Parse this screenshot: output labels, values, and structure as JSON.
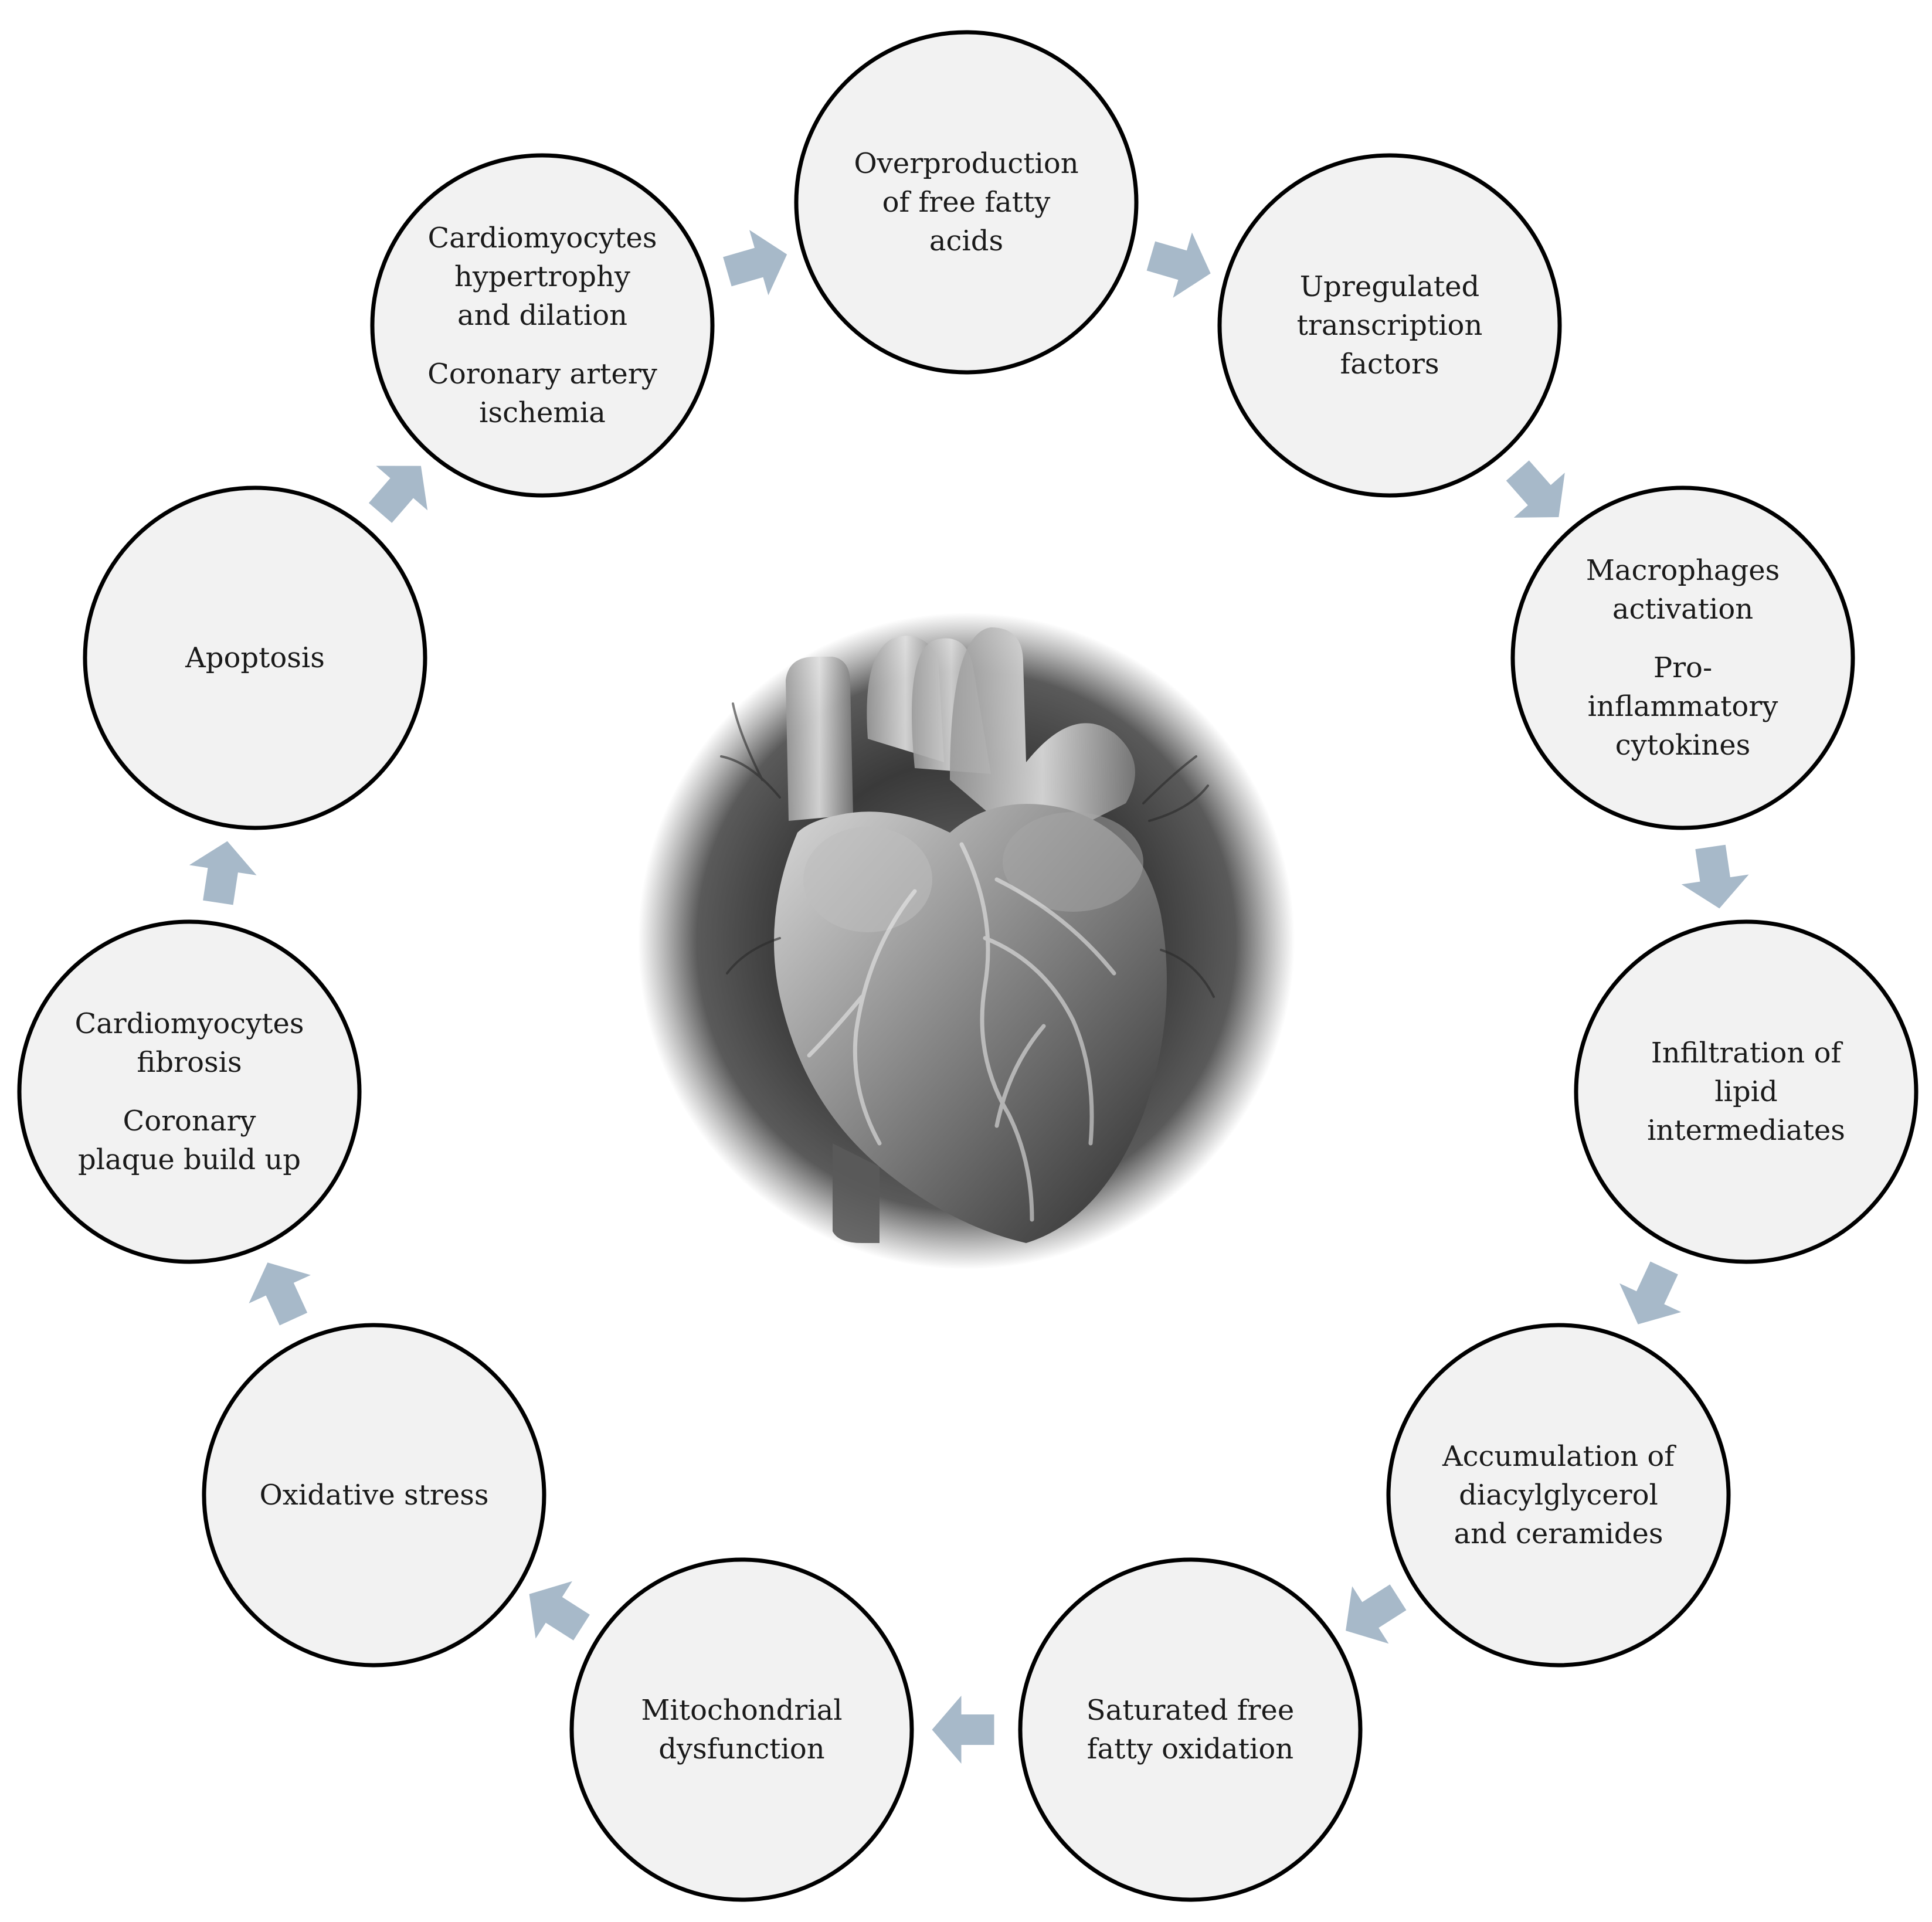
{
  "diagram": {
    "center_image": "heart-illustration",
    "colors": {
      "node_fill": "#f2f2f2",
      "node_stroke": "#000000",
      "arrow_fill": "#a7b9c9",
      "background": "#ffffff"
    },
    "nodes": [
      {
        "id": "overproduction",
        "lines": [
          "Overproduction",
          "of free fatty",
          "acids"
        ]
      },
      {
        "id": "transcription",
        "lines": [
          "Upregulated",
          "transcription",
          "factors"
        ]
      },
      {
        "id": "macrophages",
        "lines": [
          "Macrophages",
          "activation",
          "",
          "Pro-",
          "inflammatory",
          "cytokines"
        ]
      },
      {
        "id": "infiltration",
        "lines": [
          "Infiltration of",
          "lipid",
          "intermediates"
        ]
      },
      {
        "id": "accumulation",
        "lines": [
          "Accumulation of",
          "diacylglycerol",
          "and ceramides"
        ]
      },
      {
        "id": "saturated",
        "lines": [
          "Saturated free",
          "fatty  oxidation"
        ]
      },
      {
        "id": "mitochondrial",
        "lines": [
          "Mitochondrial",
          "dysfunction"
        ]
      },
      {
        "id": "oxidative",
        "lines": [
          "Oxidative stress"
        ]
      },
      {
        "id": "fibrosis",
        "lines": [
          "Cardiomyocytes",
          "fibrosis",
          "",
          "Coronary",
          "plaque build up"
        ]
      },
      {
        "id": "apoptosis",
        "lines": [
          "Apoptosis"
        ]
      },
      {
        "id": "hypertrophy",
        "lines": [
          "Cardiomyocytes",
          "hypertrophy",
          "and dilation",
          "",
          "Coronary artery",
          "ischemia"
        ]
      }
    ]
  }
}
